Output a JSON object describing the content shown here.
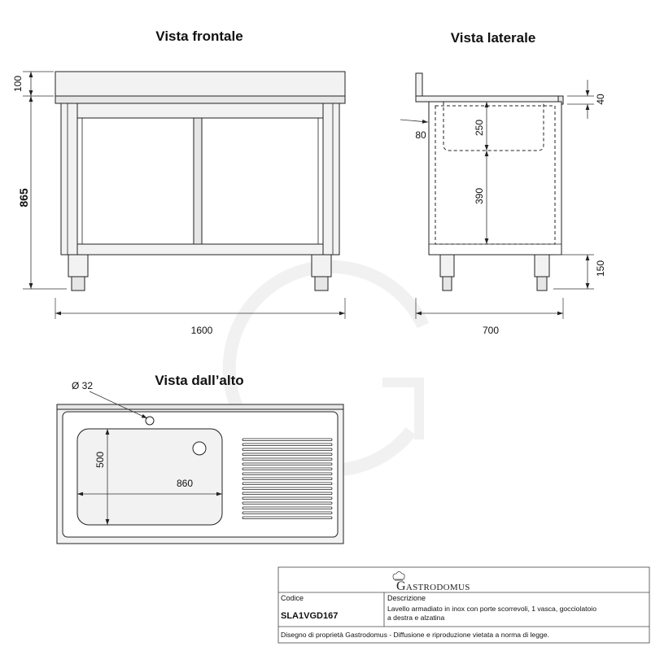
{
  "views": {
    "front": {
      "title": "Vista frontale",
      "dims": {
        "top_height": "100",
        "body_height": "865",
        "width": "1600"
      }
    },
    "side": {
      "title": "Vista laterale",
      "dims": {
        "top_thickness": "40",
        "basin_depth": "250",
        "basin_to_shelf": "390",
        "feet_height": "150",
        "splash_offset": "80",
        "depth": "700"
      }
    },
    "top": {
      "title": "Vista dall’alto",
      "dims": {
        "tap_hole": "Ø 32",
        "basin_width": "500",
        "basin_length": "860"
      }
    }
  },
  "title_block": {
    "brand": "Gastrodomus",
    "code_label": "Codice",
    "code": "SLA1VGD167",
    "description_label": "Descrizione",
    "description_lines": [
      "Lavello armadiato in inox con porte scorrevoli, 1 vasca, gocciolatoio",
      "a destra e alzatina"
    ],
    "footer": "Disegno di proprietà Gastrodomus - Diffusione e riproduzione vietata a norma di legge."
  }
}
